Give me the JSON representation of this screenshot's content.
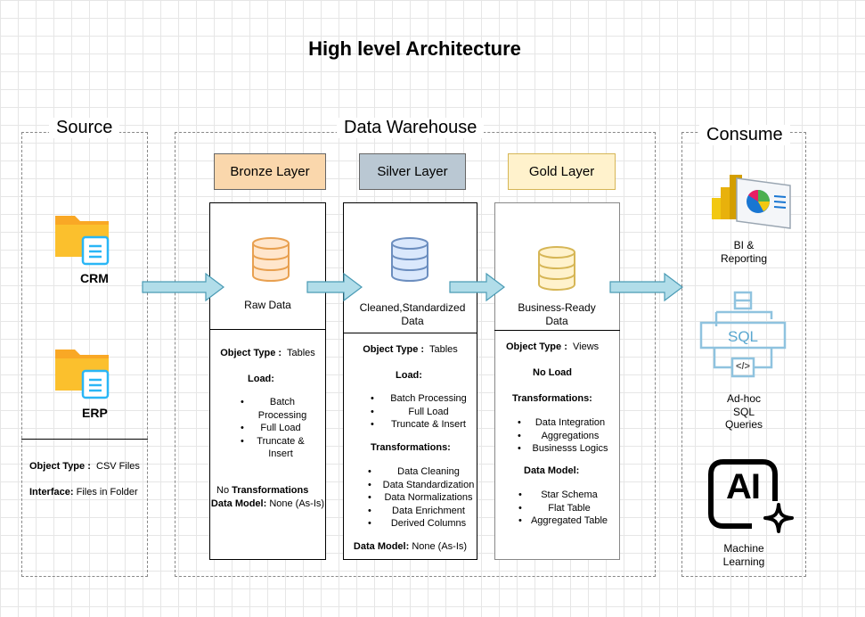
{
  "title": "High level Architecture",
  "source": {
    "title": "Source",
    "crm_label": "CRM",
    "erp_label": "ERP",
    "object_type_label": "Object Type :",
    "object_type_value": "CSV Files",
    "interface_label": "Interface:",
    "interface_value": "Files in Folder"
  },
  "warehouse": {
    "title": "Data Warehouse",
    "bronze": {
      "header": "Bronze Layer",
      "caption": "Raw Data",
      "object_type_label": "Object Type :",
      "object_type_value": "Tables",
      "load_label": "Load:",
      "load_items": [
        "Batch Processing",
        "Full Load",
        "Truncate & Insert"
      ],
      "no_transform_prefix": "No",
      "no_transform_text": "Transformations",
      "data_model_label": "Data Model:",
      "data_model_value": "None (As-Is)"
    },
    "silver": {
      "header": "Silver Layer",
      "caption": "Cleaned,Standardized Data",
      "object_type_label": "Object Type :",
      "object_type_value": "Tables",
      "load_label": "Load:",
      "load_items": [
        "Batch Processing",
        "Full Load",
        "Truncate & Insert"
      ],
      "transform_label": "Transformations:",
      "transform_items": [
        "Data Cleaning",
        "Data Standardization",
        "Data Normalizations",
        "Data Enrichment",
        "Derived Columns"
      ],
      "data_model_label": "Data Model:",
      "data_model_value": "None (As-Is)"
    },
    "gold": {
      "header": "Gold Layer",
      "caption": "Business-Ready Data",
      "object_type_label": "Object Type :",
      "object_type_value": "Views",
      "load_label": "No Load",
      "transform_label": "Transformations:",
      "transform_items": [
        "Data Integration",
        "Aggregations",
        "Businesss Logics"
      ],
      "data_model_label": "Data Model:",
      "data_model_items": [
        "Star Schema",
        "Flat Table",
        "Aggregated Table"
      ]
    }
  },
  "consume": {
    "title": "Consume",
    "bi_label": "BI & Reporting",
    "sql_icon_text": "SQL",
    "sql_code_text": "</>",
    "sql_label": "Ad-hoc SQL Queries",
    "ai_icon_text": "AI",
    "ml_label": "Machine Learning"
  },
  "colors": {
    "bronze": "#fad7ac",
    "silver": "#bac8d3",
    "gold": "#fff2cc",
    "arrow": "#b1dde9",
    "arrow_stroke": "#4a9bb5",
    "folder": "#fbc02d"
  }
}
